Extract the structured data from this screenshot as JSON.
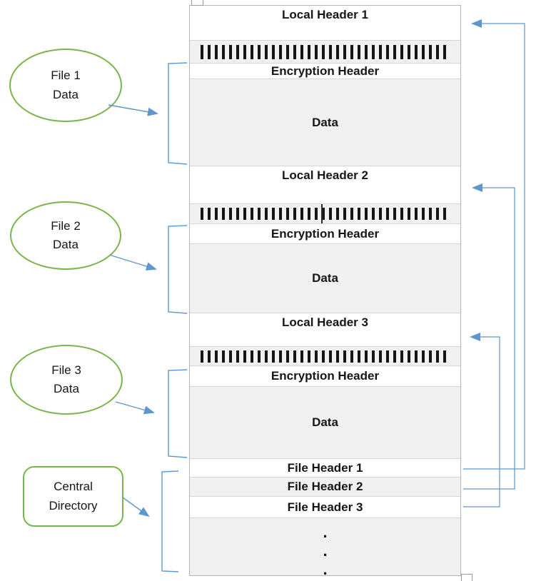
{
  "column": {
    "local_header_1": "Local Header 1",
    "local_header_2": "Local Header 2",
    "local_header_3": "Local Header 3",
    "encryption_header": "Encryption Header",
    "data_label": "Data",
    "file_header_1": "File Header 1",
    "file_header_2": "File Header 2",
    "file_header_3": "File Header 3",
    "dot": "."
  },
  "callouts": {
    "file1": {
      "line1": "File 1",
      "line2": "Data"
    },
    "file2": {
      "line1": "File 2",
      "line2": "Data"
    },
    "file3": {
      "line1": "File 3",
      "line2": "Data"
    },
    "central_directory": {
      "line1": "Central",
      "line2": "Directory"
    }
  },
  "colors": {
    "shape_green": "#79b54a",
    "arrow_blue": "#5f96cc",
    "band_gray": "#f1f1f1",
    "bar_black": "#151515",
    "border_gray": "#b5b5b5"
  }
}
